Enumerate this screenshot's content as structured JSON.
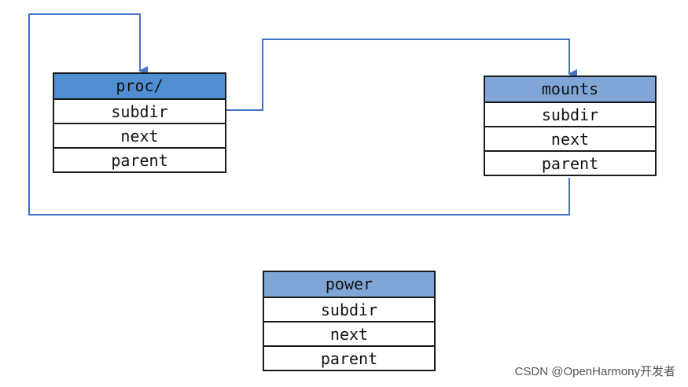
{
  "diagram": {
    "nodes": {
      "proc": {
        "title": "proc/",
        "fields": [
          "subdir",
          "next",
          "parent"
        ]
      },
      "mounts": {
        "title": "mounts",
        "fields": [
          "subdir",
          "next",
          "parent"
        ]
      },
      "power": {
        "title": "power",
        "fields": [
          "subdir",
          "next",
          "parent"
        ]
      }
    },
    "edges": [
      {
        "from": "proc.subdir",
        "to": "mounts"
      },
      {
        "from": "mounts.parent",
        "to": "proc"
      }
    ],
    "link_color": "#4472c4",
    "header_colors": {
      "proc": "#4f8ed3",
      "mounts": "#7fa6d6",
      "power": "#7fa6d6"
    }
  },
  "watermark": "CSDN @OpenHarmony开发者"
}
